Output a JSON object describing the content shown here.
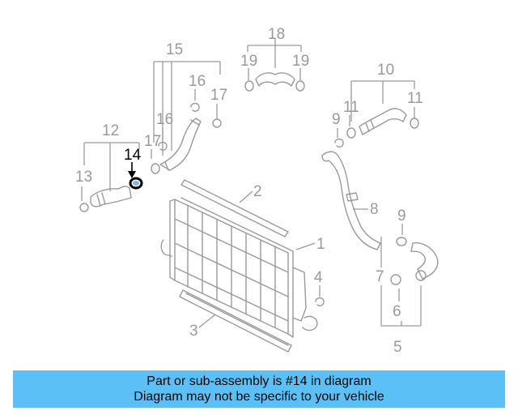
{
  "diagram": {
    "highlight_color": "#000000",
    "part_color": "#9a9a9a",
    "selected_part": "14",
    "callouts": {
      "c1": "1",
      "c2": "2",
      "c3": "3",
      "c4": "4",
      "c5": "5",
      "c6": "6",
      "c7": "7",
      "c8": "8",
      "c9a": "9",
      "c9b": "9",
      "c10": "10",
      "c11a": "11",
      "c11b": "11",
      "c12": "12",
      "c13": "13",
      "c14": "14",
      "c15": "15",
      "c16a": "16",
      "c16b": "16",
      "c17a": "17",
      "c17b": "17",
      "c18": "18",
      "c19a": "19",
      "c19b": "19"
    }
  },
  "banner": {
    "background": "#5bc0f5",
    "line1": "Part or sub-assembly is #14 in diagram",
    "line2": "Diagram may not be specific to your vehicle"
  }
}
